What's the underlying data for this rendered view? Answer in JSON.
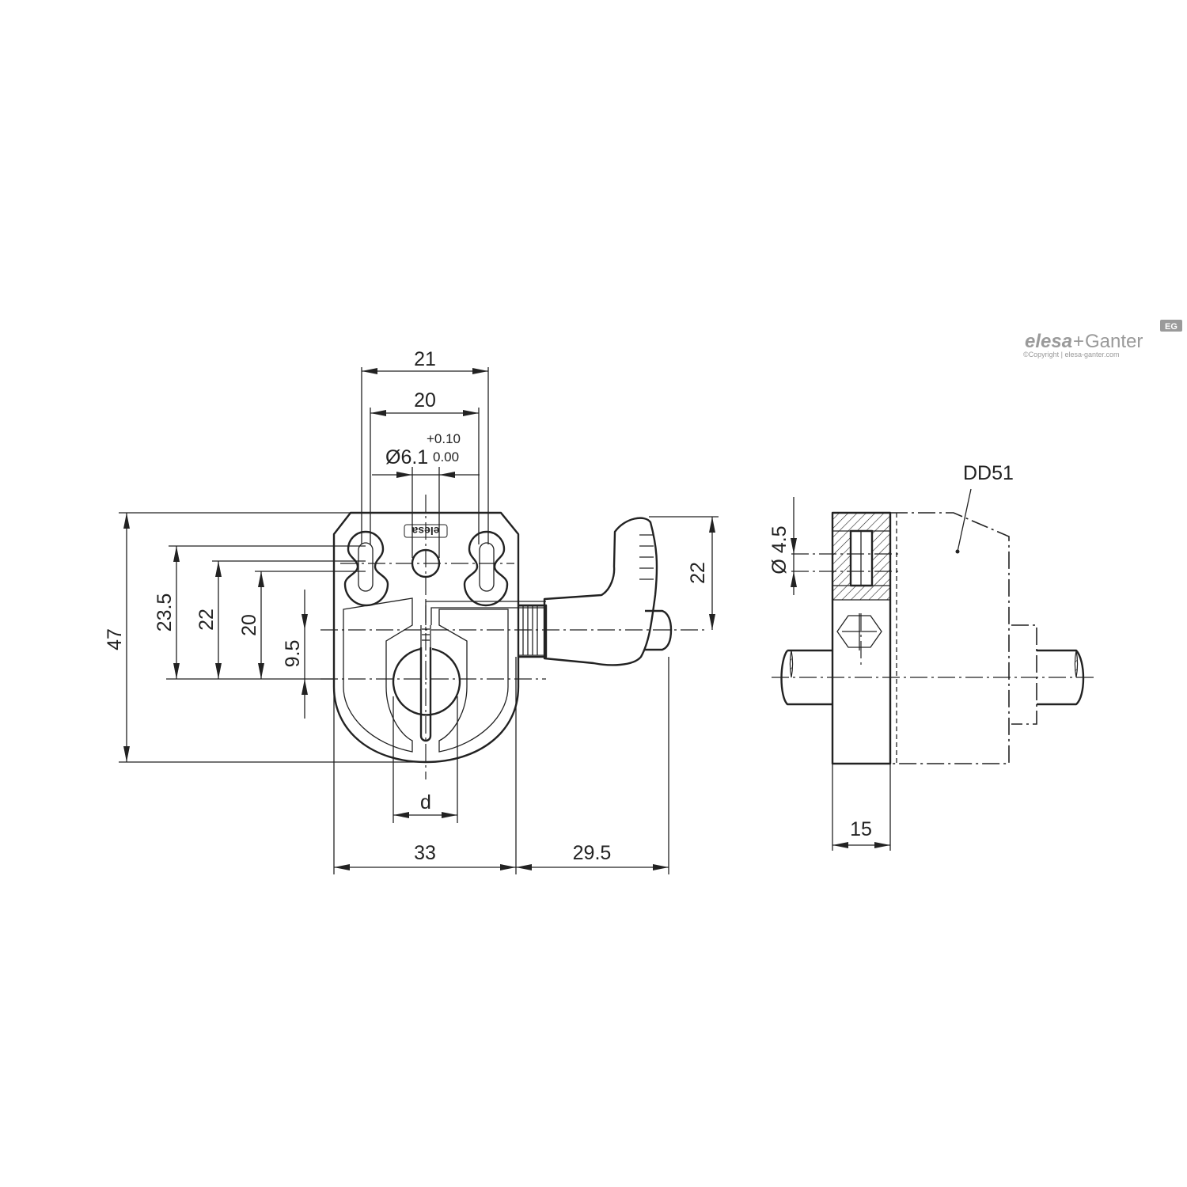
{
  "brand": {
    "mark": "elesa",
    "plus": "+",
    "name": "Ganter",
    "badge": "EG",
    "copyright": "©Copyright | elesa-ganter.com"
  },
  "front_view": {
    "part_marking": "elesa",
    "dims": {
      "top_outer": "21",
      "top_inner": "20",
      "pin_hole": "Ø6.1",
      "tol_upper": "+0.10",
      "tol_lower": "0.00",
      "overall_height": "47",
      "slot_upper": "23.5",
      "slot_mid": "22",
      "slot_lower": "20",
      "axis_offset": "9.5",
      "lever_height": "22",
      "bore": "d",
      "body_width": "33",
      "lever_reach": "29.5"
    }
  },
  "side_view": {
    "callout": "DD51",
    "dims": {
      "hole": "Ø 4.5",
      "thickness": "15"
    }
  }
}
